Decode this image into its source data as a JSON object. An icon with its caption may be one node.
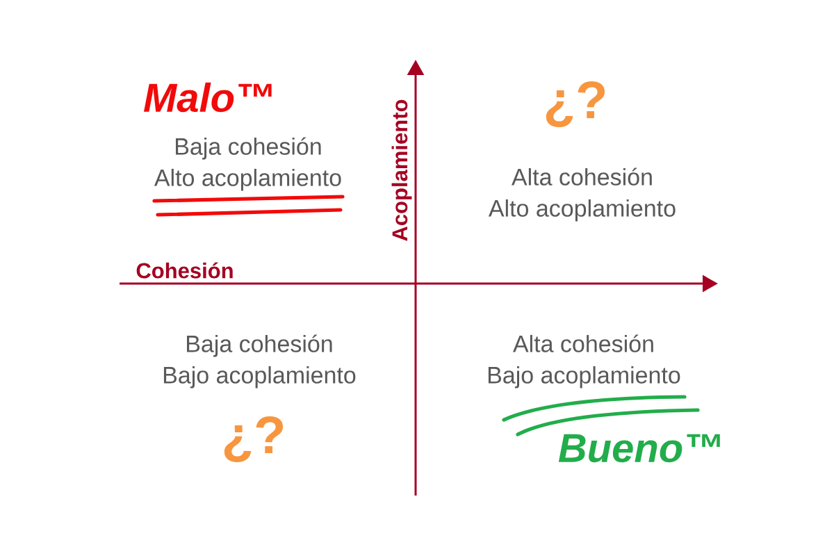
{
  "diagram": {
    "labels": [
      "Malo™",
      "¿?",
      "Baja cohesión Alto acoplamiento",
      "Acoplamiento",
      "Alta cohesión Alto acoplamiento",
      "Cohesión",
      "Baja cohesión Bajo acoplamiento",
      "Alta cohesión Bajo acoplamiento",
      "¿?",
      "Bueno™"
    ]
  }
}
